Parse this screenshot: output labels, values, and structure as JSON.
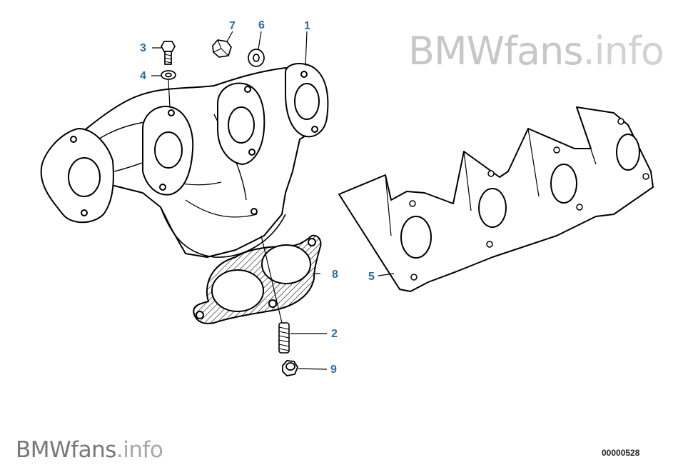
{
  "watermark_top": {
    "brand": "BMWfans",
    "suffix": ".info"
  },
  "watermark_bottom": {
    "brand": "BMWfans",
    "suffix": ".info"
  },
  "diagram_code": "00000528",
  "callouts": {
    "c1": "1",
    "c2": "2",
    "c3": "3",
    "c4": "4",
    "c5": "5",
    "c6": "6",
    "c7": "7",
    "c8": "8",
    "c9": "9"
  },
  "colors": {
    "callout": "#2e6ca6",
    "line": "#000000",
    "watermark": "#c7c7c7"
  }
}
